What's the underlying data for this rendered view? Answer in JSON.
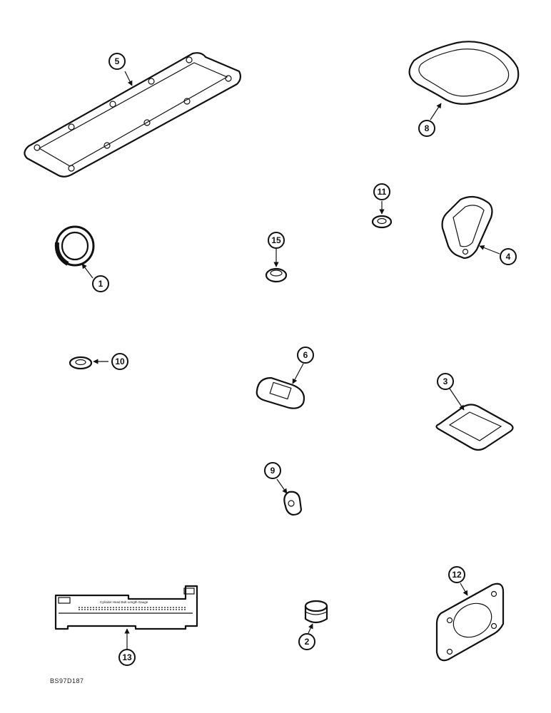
{
  "figure_code": "BS97D187",
  "callouts": {
    "c1": "1",
    "c2": "2",
    "c3": "3",
    "c4": "4",
    "c5": "5",
    "c6": "6",
    "c8": "8",
    "c9": "9",
    "c10": "10",
    "c11": "11",
    "c12": "12",
    "c13": "13",
    "c15": "15"
  },
  "label_card": {
    "title": "Cylinder Head Bolt Length Gauge"
  },
  "colors": {
    "ink": "#111111",
    "paper": "#ffffff"
  }
}
